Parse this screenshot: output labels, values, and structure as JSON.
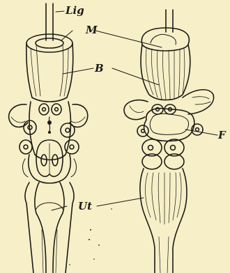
{
  "figure": {
    "background": "#f6efc8",
    "ink": "#1c1a14",
    "labels": {
      "lig": "Lig",
      "m": "M",
      "b": "B",
      "f": "F",
      "ut": "Ut"
    },
    "specimens": [
      "left-specimen",
      "right-specimen"
    ]
  }
}
